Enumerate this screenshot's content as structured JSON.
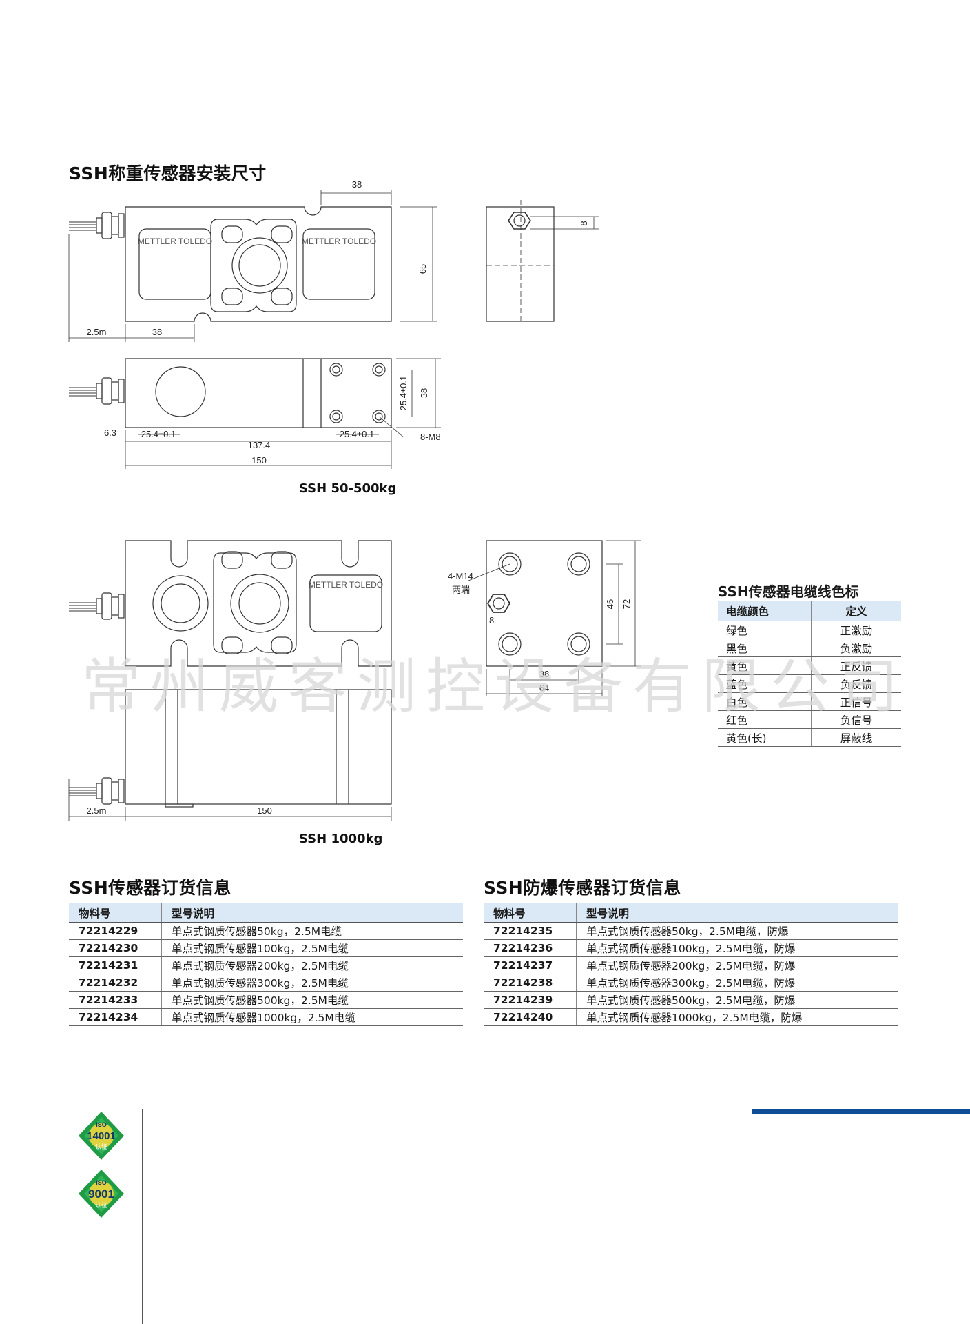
{
  "page": {
    "section_install_title": "SSH称重传感器安装尺寸",
    "cable_title": "SSH传感器电缆线色标",
    "order_title": "SSH传感器订货信息",
    "ex_order_title": "SSH防爆传感器订货信息",
    "watermark": "常州威客测控设备有限公司",
    "accent_color": "#0f4c96",
    "header_bg_color": "#dbe9f6"
  },
  "drawing1": {
    "caption": "SSH 50-500kg",
    "brand_label": "METTLER TOLEDO",
    "dims": {
      "top_width": "38",
      "height": "65",
      "cable": "2.5m",
      "bottom_width": "38",
      "end_height": "8",
      "hole_left_offset": "6.3",
      "hole_pitch_left": "25.4±0.1",
      "hole_span": "137.4",
      "hole_pitch_right": "25.4±0.1",
      "thread": "8-M8",
      "total_length": "150",
      "width_tolerance": "25.4±0.1",
      "width": "38"
    }
  },
  "drawing2": {
    "caption": "SSH 1000kg",
    "brand_label": "METTLER TOLEDO",
    "dims": {
      "thread": "4-M14",
      "thread_note": "两端",
      "hex": "8",
      "inner_height": "46",
      "outer_height": "72",
      "inner_width": "38",
      "outer_width": "64",
      "cable": "2.5m",
      "total_length": "150"
    }
  },
  "cable_table": {
    "headers": [
      "电缆颜色",
      "定义"
    ],
    "rows": [
      [
        "绿色",
        "正激励"
      ],
      [
        "黑色",
        "负激励"
      ],
      [
        "黄色",
        "正反馈"
      ],
      [
        "蓝色",
        "负反馈"
      ],
      [
        "白色",
        "正信号"
      ],
      [
        "红色",
        "负信号"
      ],
      [
        "黄色(长)",
        "屏蔽线"
      ]
    ]
  },
  "order_table": {
    "headers": [
      "物料号",
      "型号说明"
    ],
    "rows": [
      [
        "72214229",
        "单点式钢质传感器50kg，2.5M电缆"
      ],
      [
        "72214230",
        "单点式钢质传感器100kg，2.5M电缆"
      ],
      [
        "72214231",
        "单点式钢质传感器200kg，2.5M电缆"
      ],
      [
        "72214232",
        "单点式钢质传感器300kg，2.5M电缆"
      ],
      [
        "72214233",
        "单点式钢质传感器500kg，2.5M电缆"
      ],
      [
        "72214234",
        "单点式钢质传感器1000kg，2.5M电缆"
      ]
    ]
  },
  "ex_order_table": {
    "headers": [
      "物料号",
      "型号说明"
    ],
    "rows": [
      [
        "72214235",
        "单点式钢质传感器50kg，2.5M电缆，防爆"
      ],
      [
        "72214236",
        "单点式钢质传感器100kg，2.5M电缆，防爆"
      ],
      [
        "72214237",
        "单点式钢质传感器200kg，2.5M电缆，防爆"
      ],
      [
        "72214238",
        "单点式钢质传感器300kg，2.5M电缆，防爆"
      ],
      [
        "72214239",
        "单点式钢质传感器500kg，2.5M电缆，防爆"
      ],
      [
        "72214240",
        "单点式钢质传感器1000kg，2.5M电缆，防爆"
      ]
    ]
  },
  "badges": [
    {
      "top": "ISO",
      "number": "14001",
      "bottom": "认证"
    },
    {
      "top": "ISO",
      "number": "9001",
      "bottom": "认证"
    }
  ]
}
